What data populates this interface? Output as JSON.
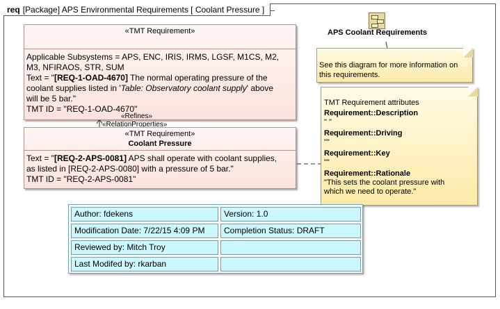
{
  "frame": {
    "kind": "req",
    "title": "[Package] APS Environmental Requirements [ Coolant Pressure ]"
  },
  "requirement_1": {
    "stereotype": "«TMT Requirement»",
    "line1": "Applicable Subsystems = APS, ENC, IRIS, IRMS, LGSF, M1CS, M2,",
    "line2": "M3, NFIRAOS, STR, SUM",
    "text_prefix": "Text = \"",
    "text_id": "[REQ-1-OAD-4670]",
    "text_a": " The normal operating pressure of the",
    "line4_a": "coolant supplies listed in '",
    "line4_italic": "Table: Observatory coolant supply",
    "line4_b": "' above",
    "line5": "will be 5 bar.\"",
    "tmt_id": "TMT ID = \"REQ-1-OAD-4670\""
  },
  "relation": {
    "refines": "«Refines»",
    "props": "«RelationProperties»"
  },
  "requirement_2": {
    "stereotype": "«TMT Requirement»",
    "name": "Coolant Pressure",
    "text_prefix": "Text = \"",
    "text_id": "[REQ-2-APS-0081]",
    "text_a": " APS shall operate with coolant supplies,",
    "line2": "as listed in [REQ-2-APS-0080] with a pressure of 5 bar.\"",
    "tmt_id": "TMT ID = \"REQ-2-APS-0081\""
  },
  "package_ref": {
    "icon": "diagram-icon",
    "title": "APS Coolant Requirements"
  },
  "note_1": {
    "line1": "See this diagram for more information on",
    "line2": "this requirements."
  },
  "note_2": {
    "header": "TMT Requirement attributes",
    "attrs": [
      {
        "name": "Requirement::Description",
        "value": "\" \""
      },
      {
        "name": "Requirement::Driving",
        "value": "\"\""
      },
      {
        "name": "Requirement::Key",
        "value": "\"\""
      },
      {
        "name": "Requirement::Rationale",
        "value": "\"This sets the coolant pressure with",
        "value2": "which we need to operate.\""
      }
    ]
  },
  "info_table": {
    "author": "Author: fdekens",
    "version": "Version: 1.0",
    "modification": "Modification Date: 7/22/15 4:09 PM",
    "status": "Completion Status: DRAFT",
    "reviewed": "Reviewed by: Mitch Troy",
    "empty1": "",
    "modified": "Last Modifed by: rkarban",
    "empty2": ""
  },
  "colors": {
    "requirement_fill": "#fbe3dd",
    "note_fill": "#fdeaa8",
    "table_cell": "#ccf7fc"
  }
}
